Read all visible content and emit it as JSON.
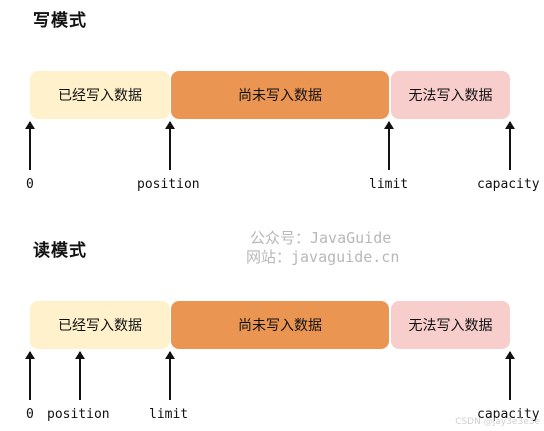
{
  "write_mode": {
    "title": "写模式",
    "segments": [
      "已经写入数据",
      "尚未写入数据",
      "无法写入数据"
    ],
    "markers": [
      "0",
      "position",
      "limit",
      "capacity"
    ]
  },
  "read_mode": {
    "title": "读模式",
    "segments": [
      "已经写入数据",
      "尚未写入数据",
      "无法写入数据"
    ],
    "markers": [
      "0",
      "position",
      "limit",
      "capacity"
    ]
  },
  "watermark": {
    "line1": "公众号：JavaGuide",
    "line2": "网站：javaguide.cn"
  },
  "credit": "CSDN @Jay3e3e3e",
  "colors": {
    "written": "#fff1cc",
    "unwritten": "#eb9552",
    "unwritable": "#f8cecc"
  }
}
